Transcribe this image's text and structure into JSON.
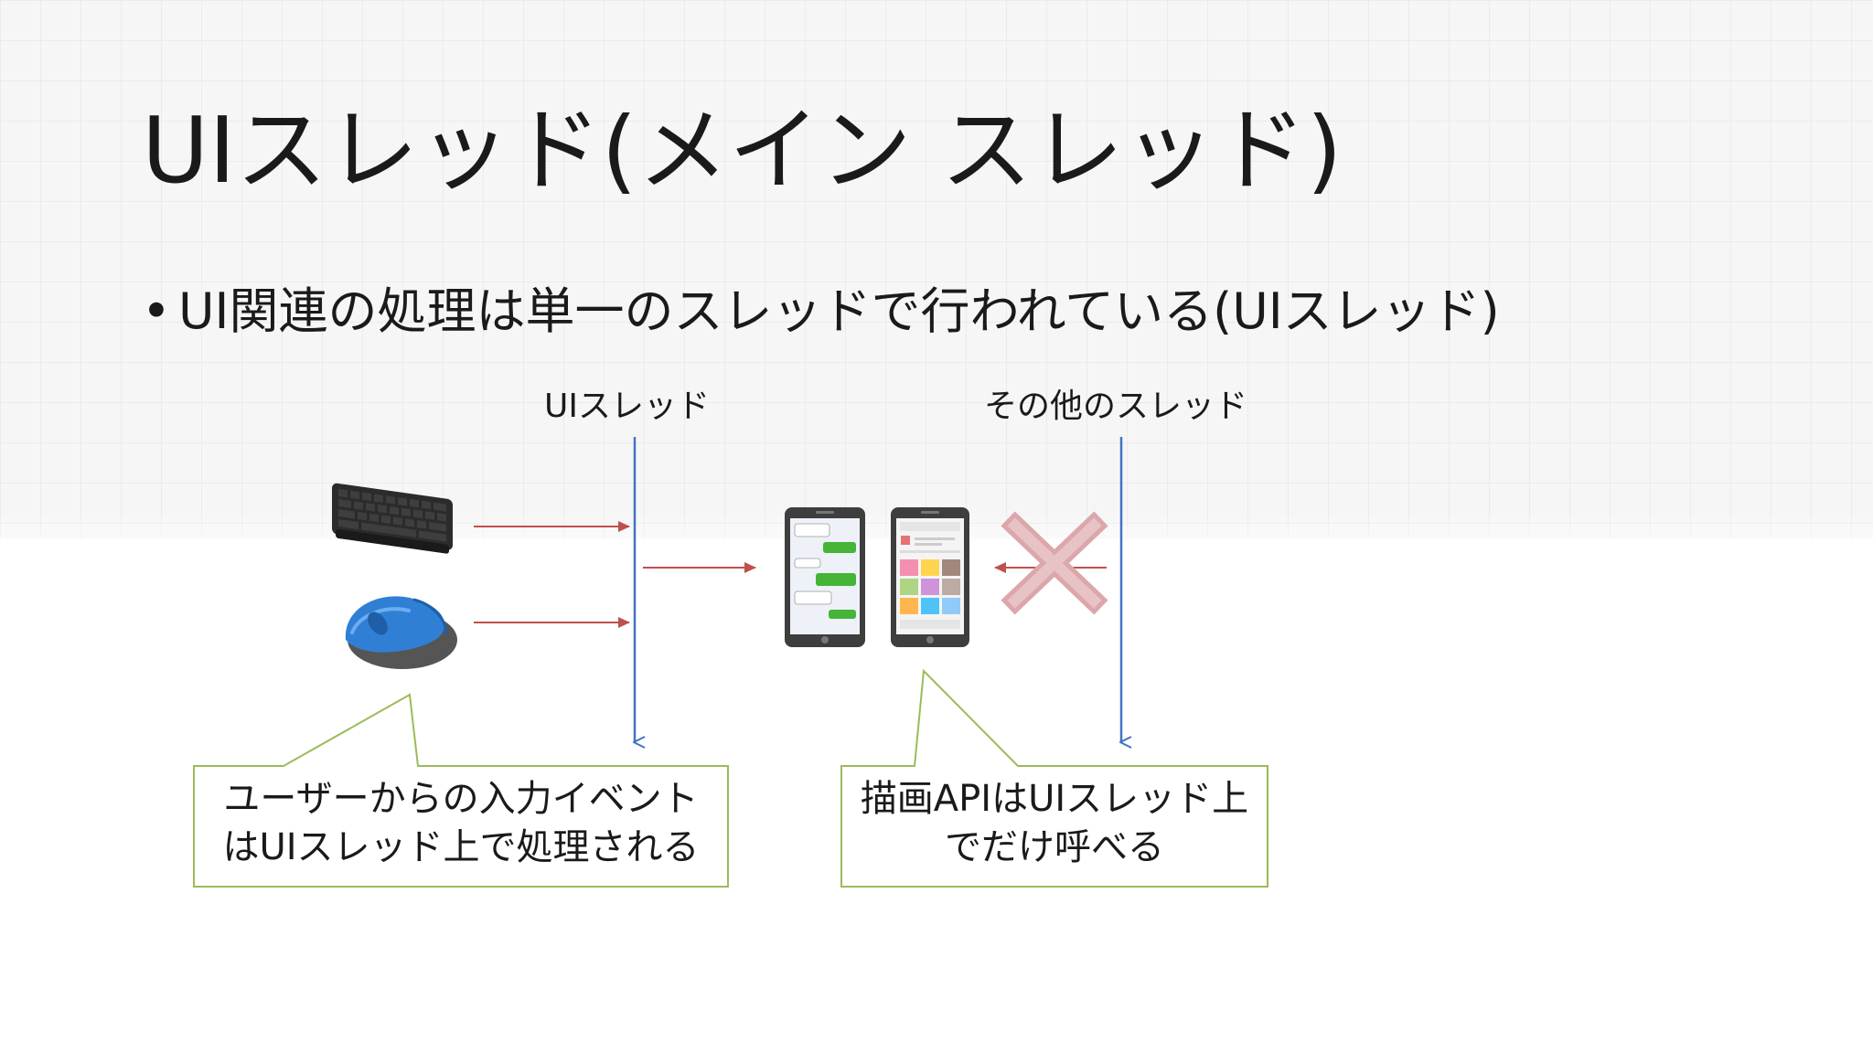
{
  "slide": {
    "title": "UIスレッド(メイン スレッド)",
    "bullet_marker": "•",
    "bullet_text": "UI関連の処理は単一のスレッドで行われている(UIスレッド)"
  },
  "lanes": {
    "ui_thread": {
      "label": "UIスレッド",
      "color": "#4472c4"
    },
    "other_thread": {
      "label": "その他のスレッド",
      "color": "#4472c4"
    }
  },
  "arrows": {
    "color": "#c0504d"
  },
  "blocked_call": {
    "mark": "✕",
    "color": "#c0504d"
  },
  "callouts": {
    "input": {
      "line1": "ユーザーからの入力イベント",
      "line2": "はUIスレッド上で処理される",
      "border_color": "#9bbb59"
    },
    "draw": {
      "line1": "描画APIはUIスレッド上",
      "line2": "でだけ呼べる",
      "border_color": "#9bbb59"
    }
  },
  "icons": {
    "keyboard": "keyboard-icon",
    "mouse": "mouse-icon",
    "chat_phone": "chat-smartphone-icon",
    "gallery_phone": "gallery-smartphone-icon"
  }
}
